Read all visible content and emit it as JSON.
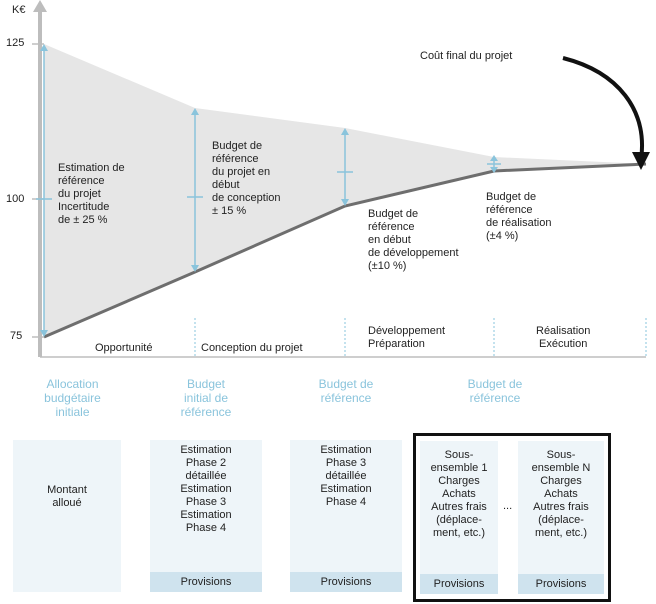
{
  "axis": {
    "unit": "K€",
    "ticks": [
      {
        "value": 125,
        "label": "125"
      },
      {
        "value": 100,
        "label": "100"
      },
      {
        "value": 75,
        "label": "75"
      }
    ]
  },
  "top_annotation": "Coût final du projet",
  "estimates": [
    {
      "text": [
        "Estimation de",
        "référence",
        "du projet",
        "Incertitude",
        "de ± 25 %"
      ]
    },
    {
      "text": [
        "Budget de",
        "référence",
        "du projet en",
        "début",
        "de conception",
        "± 15 %"
      ]
    },
    {
      "text": [
        "Budget de",
        "référence",
        "en début",
        "de développement",
        "(±10 %)"
      ]
    },
    {
      "text": [
        "Budget de",
        "référence",
        "de réalisation",
        "(±4 %)"
      ]
    }
  ],
  "phases": [
    {
      "lines": [
        "Opportunité"
      ]
    },
    {
      "lines": [
        "Conception du projet"
      ]
    },
    {
      "lines": [
        "Développement",
        "Préparation"
      ]
    },
    {
      "lines": [
        "Réalisation",
        "Exécution"
      ]
    }
  ],
  "budget_headers": [
    {
      "lines": [
        "Allocation",
        "budgétaire",
        "initiale"
      ]
    },
    {
      "lines": [
        "Budget",
        "initial de",
        "référence"
      ]
    },
    {
      "lines": [
        "Budget de",
        "référence"
      ]
    },
    {
      "lines": [
        "Budget de",
        "référence"
      ]
    }
  ],
  "boxes": [
    {
      "text": "Montant\nalloué",
      "provisions": ""
    },
    {
      "text": "Estimation\nPhase 2\ndétaillée\nEstimation\nPhase 3\nEstimation\nPhase 4",
      "provisions": "Provisions"
    },
    {
      "text": "Estimation\nPhase 3\ndétaillée\nEstimation\nPhase 4",
      "provisions": "Provisions"
    },
    {
      "text": "Sous-\nensemble 1\nCharges\nAchats\nAutres frais\n(déplace-\nment, etc.)",
      "provisions": "Provisions"
    },
    {
      "text": "Sous-\nensemble N\nCharges\nAchats\nAutres frais\n(déplace-\nment, etc.)",
      "provisions": "Provisions"
    }
  ],
  "ellipsis": "...",
  "colors": {
    "funnel": "#e6e6e6",
    "axis": "#bdbdbd",
    "lower_edge": "#6e6e6e",
    "arrows": "#8ac4dc",
    "header_text": "#8ac4dc",
    "box": "#eef5f9",
    "provisions": "#cfe3ee",
    "frame": "#111111"
  }
}
